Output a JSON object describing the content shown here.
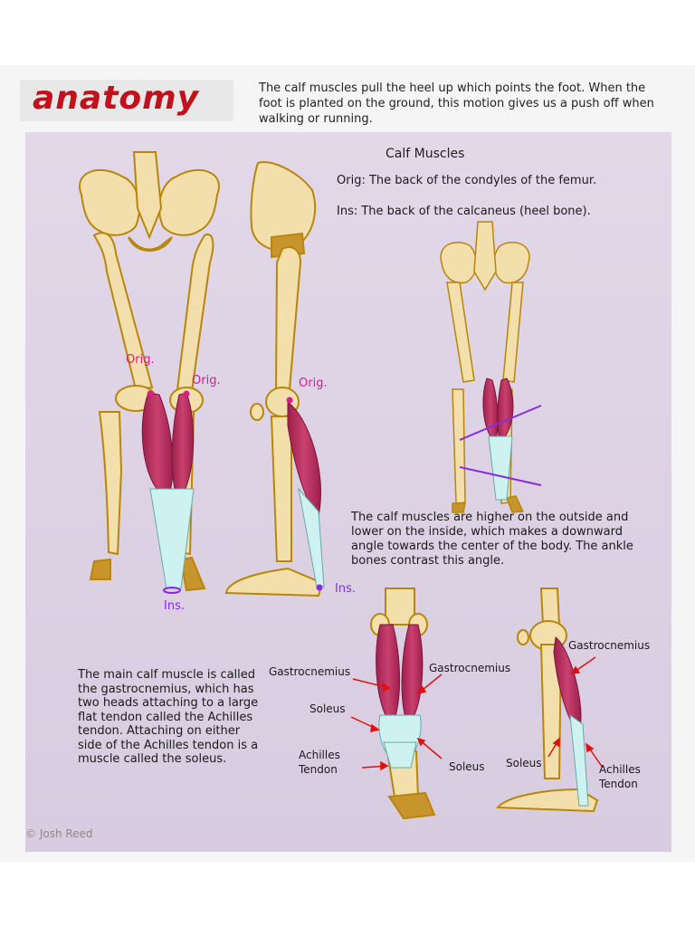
{
  "header": {
    "logo_text": "anatomy",
    "intro": "The calf muscles pull the heel up which points the foot. When the foot is planted on the ground, this motion gives us a push off when walking or running."
  },
  "panel": {
    "title": "Calf Muscles",
    "origin": "Orig:  The back of the condyles of the femur.",
    "insertion": "Ins:  The back of the calcaneus (heel bone).",
    "angle_note": "The calf muscles are higher on the outside and lower on the inside, which makes a downward angle towards the center of the body.  The ankle bones contrast this angle.",
    "main_note": "The main calf muscle is called the gastrocnemius, which has two heads attaching to a large flat tendon called the Achilles tendon.  Attaching on either side of the Achilles tendon is a muscle called the soleus."
  },
  "markers": {
    "orig": "Orig.",
    "ins": "Ins."
  },
  "labels": {
    "gastrocnemius": "Gastrocnemius",
    "soleus": "Soleus",
    "achilles_tendon_line1": "Achilles",
    "achilles_tendon_line2": "Tendon"
  },
  "footer": {
    "copyright": "© Josh Reed"
  },
  "colors": {
    "bone": "#f3dfab",
    "bone_outline": "#b8860b",
    "muscle": "#c23a6a",
    "tendon": "#cdf2f0",
    "origin_marker": "#d61e8c",
    "insertion_marker": "#8a2be2",
    "arrow": "#e01010",
    "logo": "#c1111c"
  }
}
